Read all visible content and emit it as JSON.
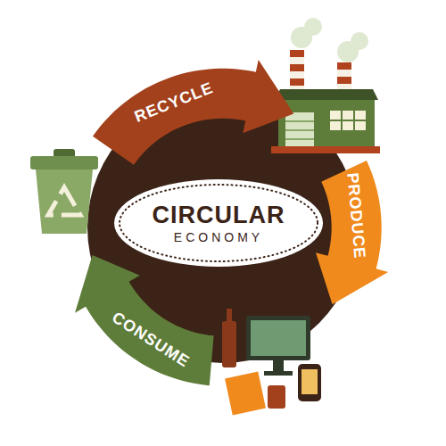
{
  "diagram": {
    "nodes": [
      {
        "text": [
          "CIRCULAR",
          "ECONOMY"
        ]
      },
      {
        "text": [
          "RECYCLE"
        ]
      },
      {
        "text": [
          "PRODUCE"
        ]
      },
      {
        "text": [
          "CONSUME"
        ]
      }
    ]
  }
}
